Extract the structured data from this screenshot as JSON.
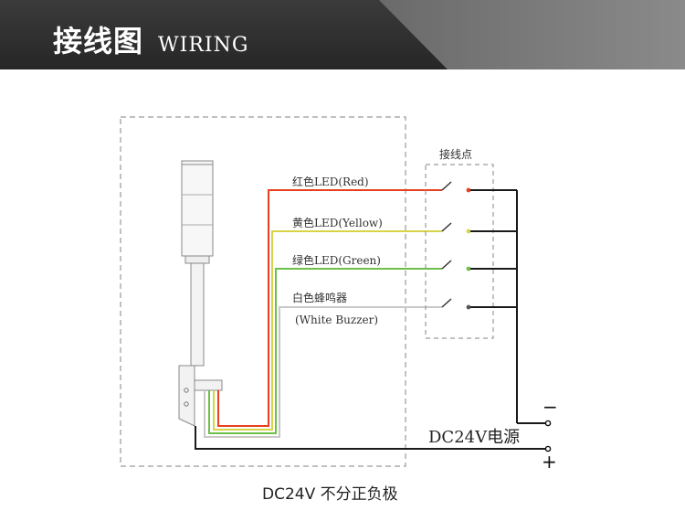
{
  "header": {
    "title_cn": "接线图",
    "title_en": "WIRING"
  },
  "diagram": {
    "terminal_label": "接线点",
    "channels": [
      {
        "label": "红色LED(Red)",
        "color": "#e8401e"
      },
      {
        "label": "黄色LED(Yellow)",
        "color": "#d9d34a"
      },
      {
        "label": "绿色LED(Green)",
        "color": "#6cc04a"
      },
      {
        "label_line1": "白色蜂鸣器",
        "label_line2": "(White Buzzer)",
        "color": "#c8c8c8"
      }
    ],
    "power_label": "DC24V电源",
    "minus_sign": "−",
    "plus_sign": "+",
    "caption": "DC24V 不分正负极"
  },
  "colors": {
    "banner_dark": "#2f2f2f",
    "banner_light": "#707070",
    "wire_black": "#1a1a1a"
  }
}
